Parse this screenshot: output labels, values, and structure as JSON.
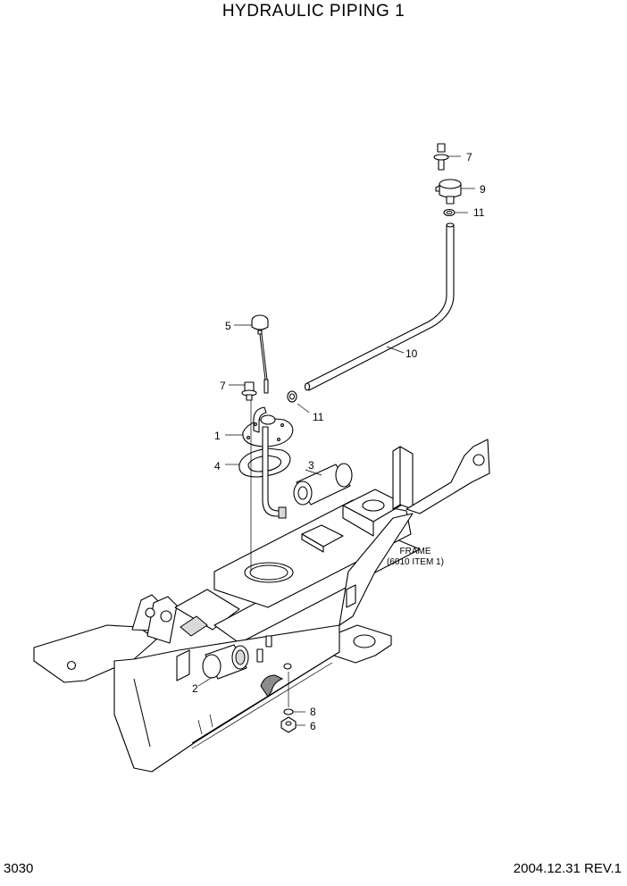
{
  "title": "HYDRAULIC PIPING 1",
  "page_number": "3030",
  "revision": "2004.12.31  REV.1",
  "frame_label": {
    "line1": "FRAME",
    "line2": "(6010 ITEM 1)"
  },
  "callouts": {
    "c1": "1",
    "c2": "2",
    "c3": "3",
    "c4": "4",
    "c5": "5",
    "c6": "6",
    "c7a": "7",
    "c7b": "7",
    "c8": "8",
    "c9": "9",
    "c10": "10",
    "c11a": "11",
    "c11b": "11"
  }
}
